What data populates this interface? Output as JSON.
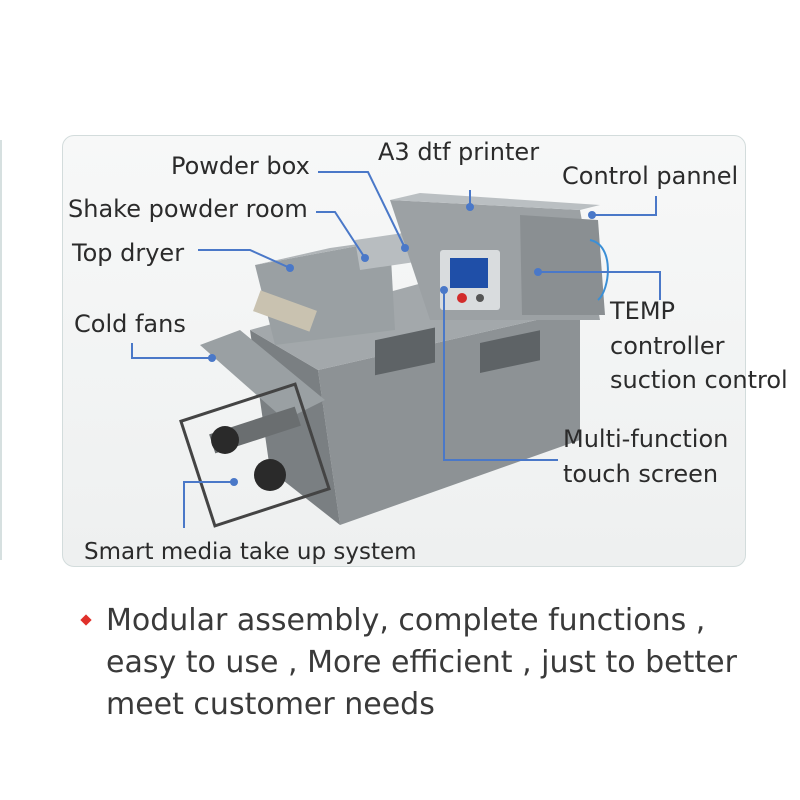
{
  "labels": {
    "powder_box": "Powder box",
    "a3_printer": "A3 dtf printer",
    "control_pannel": "Control pannel",
    "shake_powder_room": "Shake powder room",
    "top_dryer": "Top dryer",
    "cold_fans": "Cold fans",
    "temp_line1": "TEMP",
    "temp_line2": "controller",
    "temp_line3": "suction control",
    "touch_line1": "Multi-function",
    "touch_line2": "touch screen",
    "media_system": "Smart media take up system"
  },
  "bullet": {
    "text": "Modular assembly, complete functions , easy to use , More efficient , just to better meet customer needs"
  },
  "colors": {
    "callout_line": "#4a78c8",
    "bullet_marker": "#e0302a",
    "machine_body": "#8e9396"
  }
}
